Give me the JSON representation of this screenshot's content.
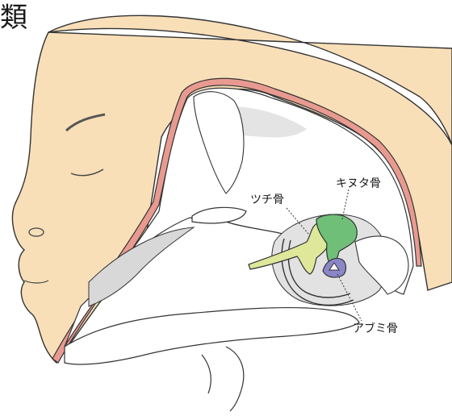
{
  "figure": {
    "corner_title": "類",
    "labels": {
      "malleus": "ツチ骨",
      "incus": "キヌタ骨",
      "stapes": "アブミ骨"
    },
    "colors": {
      "skin": "#f8dfb8",
      "brain_lining": "#e99a90",
      "malleus": "#dfe89a",
      "incus": "#6fbf78",
      "stapes": "#8b86c8",
      "cavity_shade": "#d8d8d8",
      "outline": "#333333"
    }
  }
}
